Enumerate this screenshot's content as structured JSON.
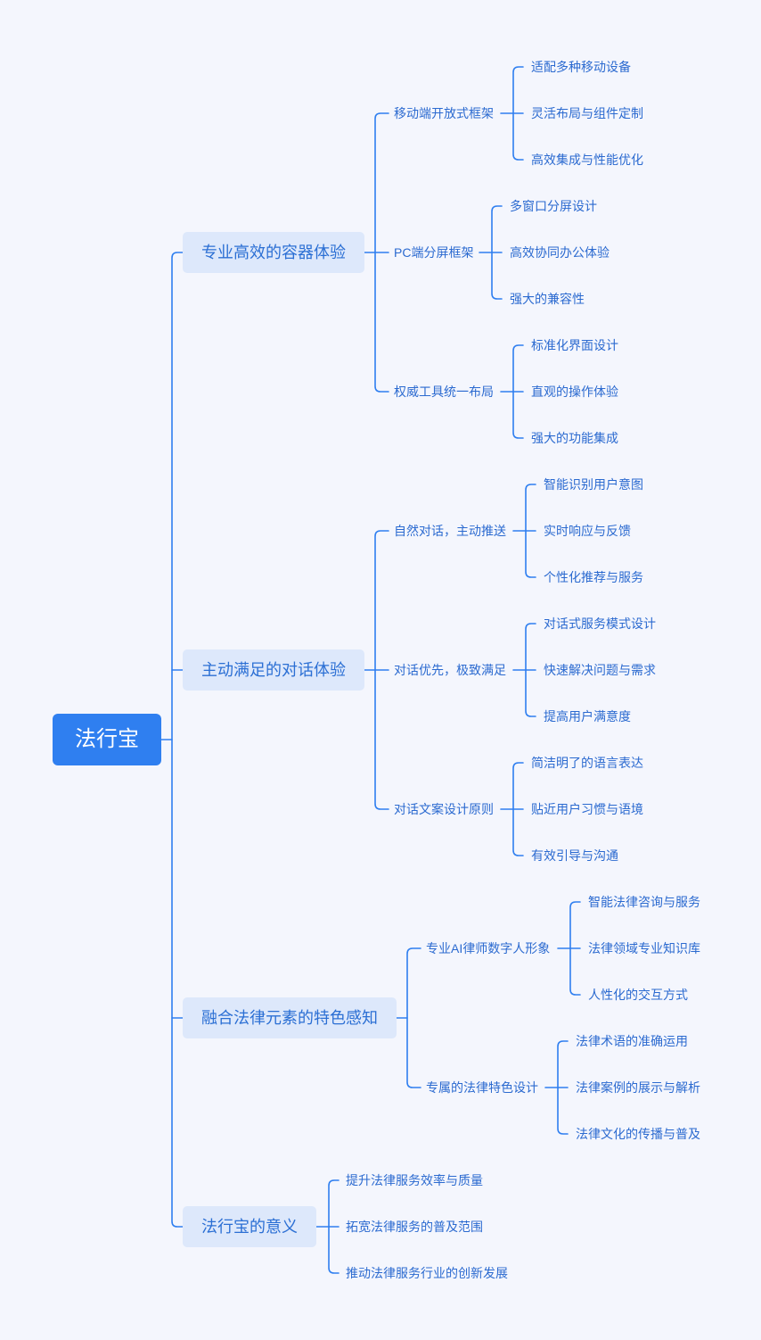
{
  "root": {
    "label": "法行宝"
  },
  "branches": [
    {
      "label": "专业高效的容器体验",
      "children": [
        {
          "label": "移动端开放式框架",
          "leaves": [
            "适配多种移动设备",
            "灵活布局与组件定制",
            "高效集成与性能优化"
          ]
        },
        {
          "label": "PC端分屏框架",
          "leaves": [
            "多窗口分屏设计",
            "高效协同办公体验",
            "强大的兼容性"
          ]
        },
        {
          "label": "权威工具统一布局",
          "leaves": [
            "标准化界面设计",
            "直观的操作体验",
            "强大的功能集成"
          ]
        }
      ]
    },
    {
      "label": "主动满足的对话体验",
      "children": [
        {
          "label": "自然对话，主动推送",
          "leaves": [
            "智能识别用户意图",
            "实时响应与反馈",
            "个性化推荐与服务"
          ]
        },
        {
          "label": "对话优先，极致满足",
          "leaves": [
            "对话式服务模式设计",
            "快速解决问题与需求",
            "提高用户满意度"
          ]
        },
        {
          "label": "对话文案设计原则",
          "leaves": [
            "简洁明了的语言表达",
            "贴近用户习惯与语境",
            "有效引导与沟通"
          ]
        }
      ]
    },
    {
      "label": "融合法律元素的特色感知",
      "children": [
        {
          "label": "专业AI律师数字人形象",
          "leaves": [
            "智能法律咨询与服务",
            "法律领域专业知识库",
            "人性化的交互方式"
          ]
        },
        {
          "label": "专属的法律特色设计",
          "leaves": [
            "法律术语的准确运用",
            "法律案例的展示与解析",
            "法律文化的传播与普及"
          ]
        }
      ]
    },
    {
      "label": "法行宝的意义",
      "leaves": [
        "提升法律服务效率与质量",
        "拓宽法律服务的普及范围",
        "推动法律服务行业的创新发展"
      ]
    }
  ],
  "colors": {
    "line": "#2f7ff0",
    "root_bg": "#2f7ff0",
    "main_bg": "#dde8fb",
    "text": "#2b6ad0",
    "background": "#f4f6fd"
  }
}
